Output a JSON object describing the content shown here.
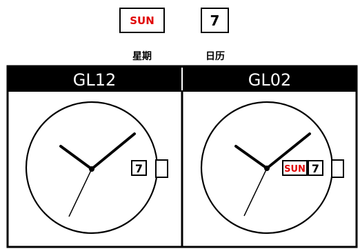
{
  "legend": {
    "day_sample": "SUN",
    "date_sample": "7",
    "day_caption": "星期",
    "date_caption": "日历"
  },
  "movements": [
    {
      "model": "GL12",
      "date_window": "7"
    },
    {
      "model": "GL02",
      "day_window": "SUN",
      "date_window": "7"
    }
  ],
  "colors": {
    "day_text": "#e00000",
    "header_background": "#000000",
    "header_text": "#ffffff"
  }
}
